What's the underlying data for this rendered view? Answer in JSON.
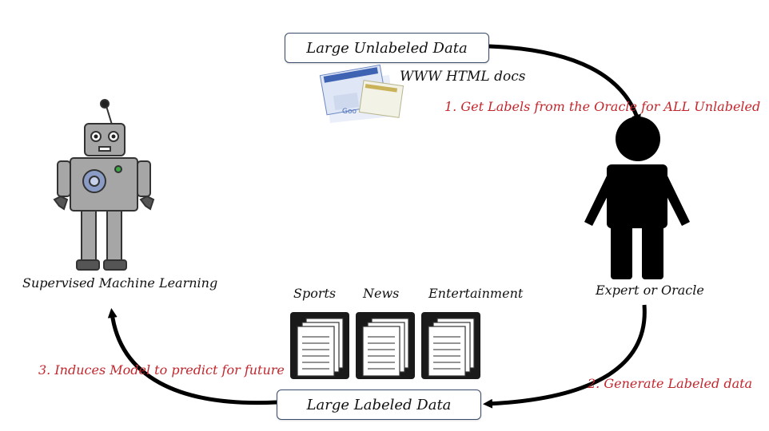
{
  "nodes": {
    "unlabeled": "Large Unlabeled Data",
    "labeled": "Large Labeled Data",
    "www": "WWW HTML docs",
    "oracle": "Expert or Oracle",
    "learner": "Supervised Machine Learning"
  },
  "steps": {
    "step1": "1. Get Labels from the Oracle for ALL Unlabeled",
    "step2": "2. Generate Labeled data",
    "step3": "3. Induces Model to predict for future"
  },
  "categories": [
    "Sports",
    "News",
    "Entertainment"
  ],
  "colors": {
    "step_text": "#c2272d",
    "robot_body": "#a6a6a6",
    "robot_outline": "#333333",
    "person": "#000000"
  }
}
